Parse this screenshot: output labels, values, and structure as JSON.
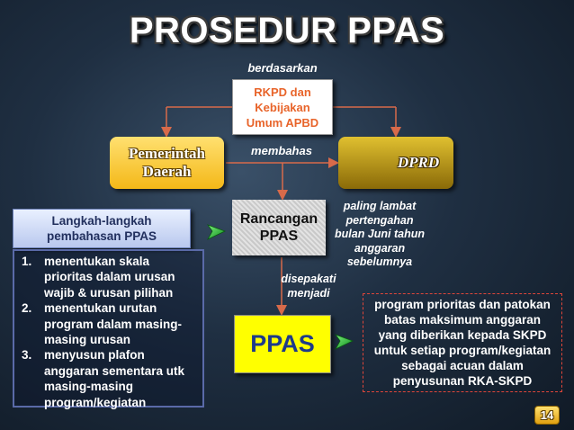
{
  "title": "PROSEDUR PPAS",
  "labels": {
    "berdasarkan": "berdasarkan",
    "membahas": "membahas",
    "paling_lambat": [
      "paling lambat",
      "pertengahan",
      "bulan Juni tahun",
      "anggaran",
      "sebelumnya"
    ],
    "disepakati": [
      "disepakati",
      "menjadi"
    ]
  },
  "boxes": {
    "rkpd": [
      "RKPD dan",
      "Kebijakan",
      "Umum APBD"
    ],
    "pemda": [
      "Pemerintah",
      "Daerah"
    ],
    "dprd": "DPRD",
    "rancangan": [
      "Rancangan",
      "PPAS"
    ],
    "ppas": "PPAS"
  },
  "langkah": {
    "header": [
      "Langkah-langkah",
      "pembahasan PPAS"
    ],
    "steps": [
      {
        "num": "1.",
        "lines": [
          "menentukan skala",
          "prioritas dalam urusan",
          "wajib & urusan pilihan"
        ]
      },
      {
        "num": "2.",
        "lines": [
          "menentukan urutan",
          "program dalam masing-",
          "masing urusan"
        ]
      },
      {
        "num": "3.",
        "lines": [
          "menyusun plafon",
          "anggaran sementara utk",
          "masing-masing",
          "program/kegiatan"
        ]
      }
    ]
  },
  "program_box": [
    "program prioritas dan patokan",
    "batas maksimum anggaran",
    "yang diberikan kepada SKPD",
    "untuk setiap program/kegiatan",
    "sebagai acuan dalam",
    "penyusunan RKA-SKPD"
  ],
  "page_number": "14",
  "colors": {
    "connector": "#d86a4a",
    "arrow_green": "#22b832",
    "ppas_fill": "#ffff00",
    "ppas_text": "#1e3a8a",
    "rkpd_text": "#e8642a"
  }
}
